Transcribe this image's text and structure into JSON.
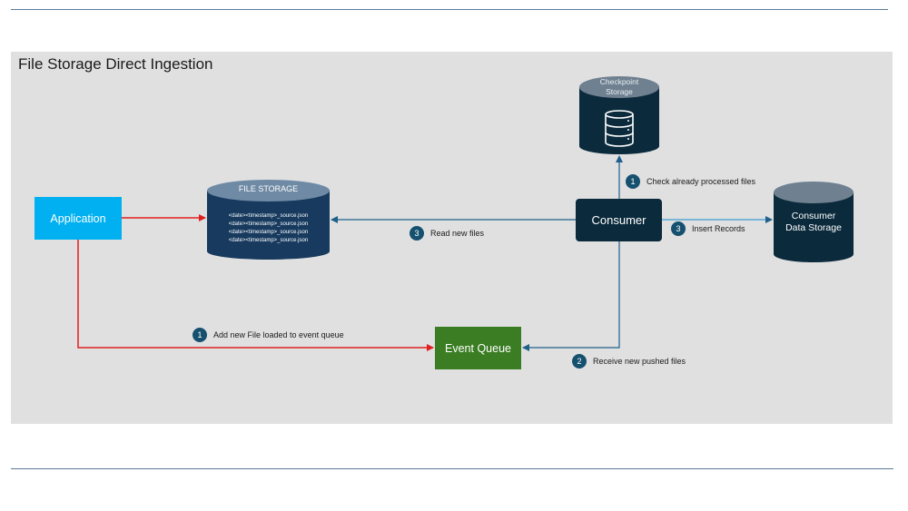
{
  "diagram": {
    "title": "File Storage Direct Ingestion",
    "nodes": {
      "application": "Application",
      "consumer": "Consumer",
      "event_queue": "Event Queue",
      "file_storage": {
        "title": "FILE STORAGE",
        "files": [
          "<date><timestamp>_source.json",
          "<date><timestamp>_source.json",
          "<date><timestamp>_source.json",
          "<date><timestamp>_source.json"
        ]
      },
      "checkpoint_storage": {
        "line1": "Checkpoint",
        "line2": "Storage"
      },
      "consumer_data_storage": {
        "line1": "Consumer",
        "line2": "Data Storage"
      }
    },
    "steps": [
      {
        "num": "1",
        "label": "Add new File loaded to event queue"
      },
      {
        "num": "1",
        "label": "Check already processed files"
      },
      {
        "num": "2",
        "label": "Receive new pushed files"
      },
      {
        "num": "3",
        "label": "Read new files"
      },
      {
        "num": "3",
        "label": "Insert Records"
      }
    ]
  },
  "colors": {
    "application": "#00b0f0",
    "consumer": "#0b2a3c",
    "event_queue": "#3a7d22",
    "database": "#173a5e",
    "red_arrow": "#e02020",
    "blue_arrow": "#1f5f8b",
    "badge": "#16506f"
  },
  "icons": {
    "checkpoint": "database-icon"
  }
}
